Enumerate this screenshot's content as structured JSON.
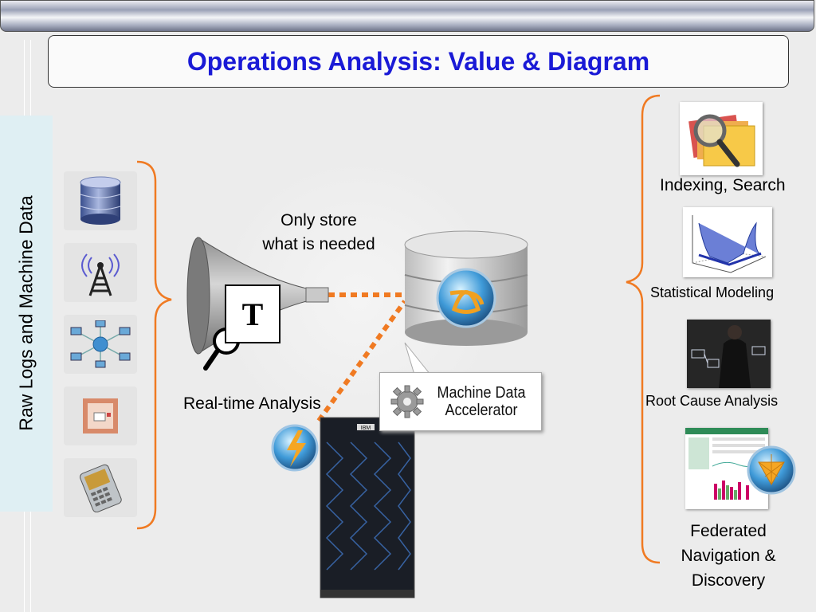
{
  "title": "Operations Analysis:  Value & Diagram",
  "left_rail": {
    "label": "Raw Logs and Machine Data"
  },
  "sources": [
    {
      "icon": "database-icon"
    },
    {
      "icon": "radio-tower-icon"
    },
    {
      "icon": "network-icon"
    },
    {
      "icon": "document-icon"
    },
    {
      "icon": "smartphone-icon"
    }
  ],
  "funnel": {
    "note_line1": "Only store",
    "note_line2": "what is needed",
    "tile_letter": "T",
    "realtime_label": "Real-time Analysis"
  },
  "callout": {
    "line1": "Machine Data",
    "line2": "Accelerator"
  },
  "server": {
    "badge": "IBM"
  },
  "outputs": [
    {
      "label": "Indexing, Search",
      "icon": "folder-search-icon"
    },
    {
      "label": "Statistical Modeling",
      "icon": "3d-chart-icon"
    },
    {
      "label": "Root Cause Analysis",
      "icon": "whiteboard-diagram-icon"
    },
    {
      "label_lines": [
        "Federated",
        "Navigation &",
        "Discovery"
      ],
      "icon": "dashboard-icon"
    }
  ],
  "colors": {
    "title": "#1a1ad6",
    "bracket": "#f07a22",
    "dotted_link": "#f07a22",
    "left_rail_bg": "#dfeff3"
  }
}
